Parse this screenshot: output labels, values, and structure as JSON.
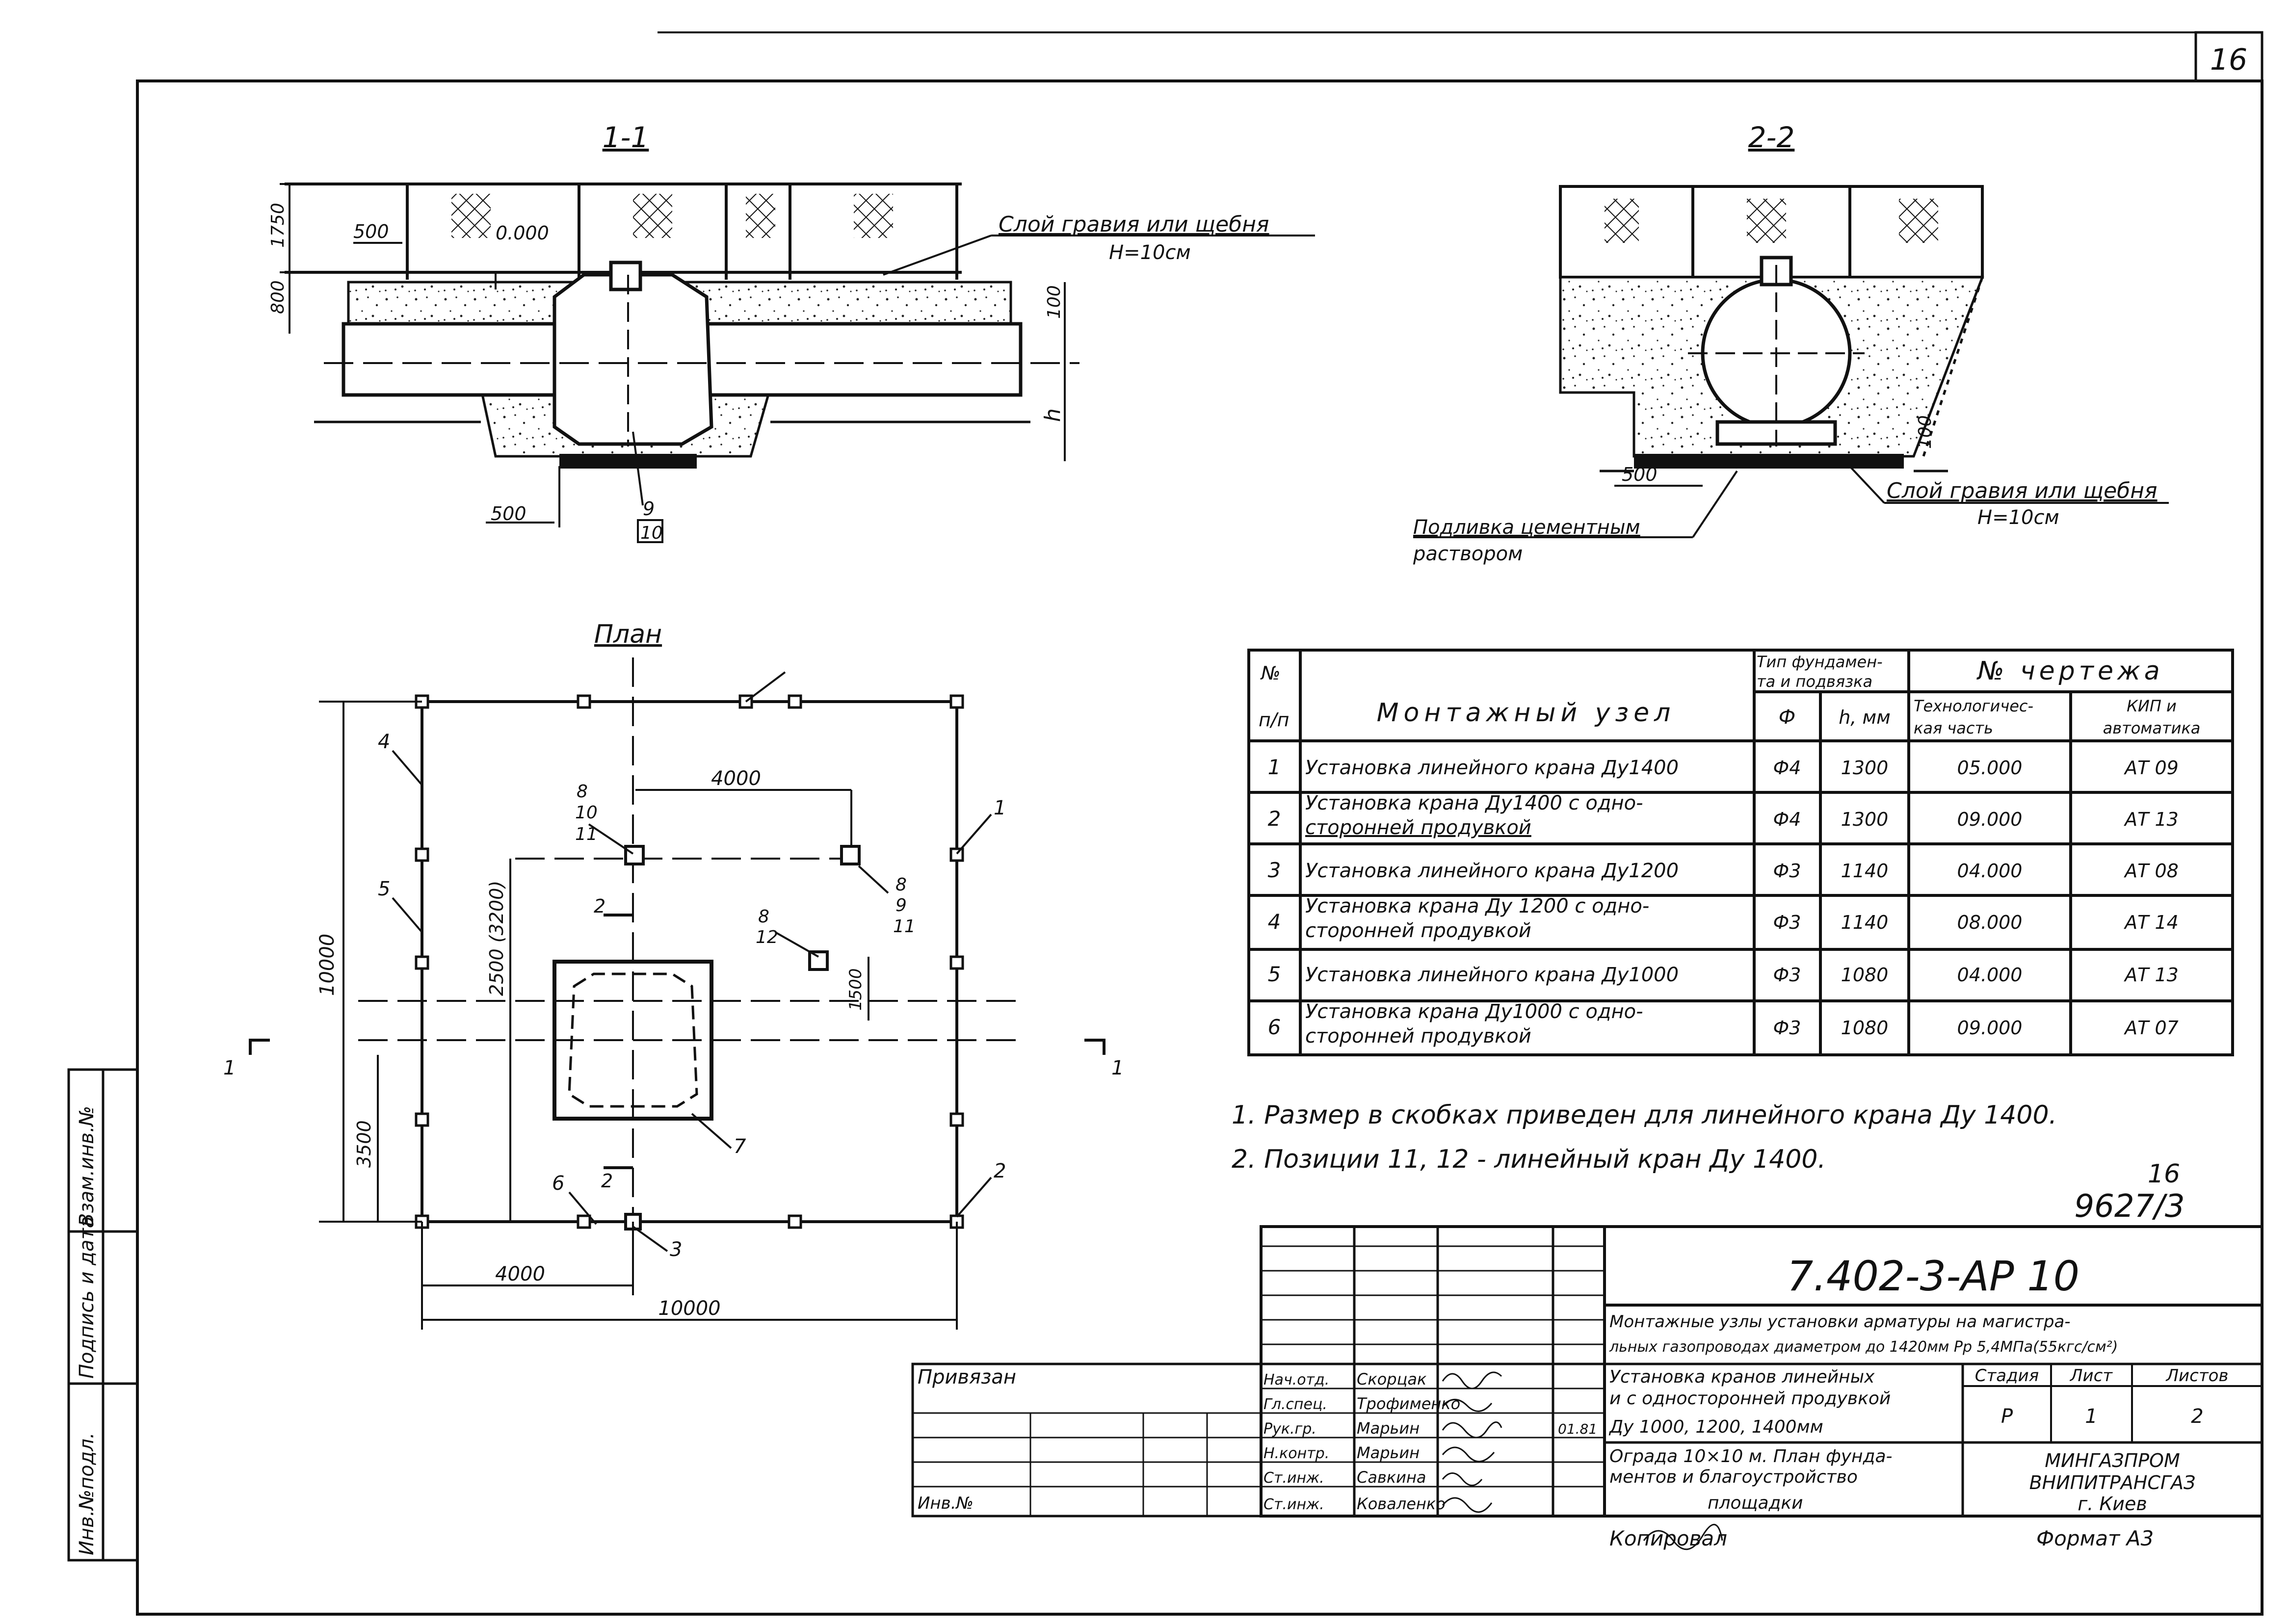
{
  "sheet_number": "16",
  "sections": {
    "section_1": {
      "title": "1-1",
      "labels": {
        "d500": "500",
        "d1750": "1750",
        "d800": "800",
        "d100": "100",
        "level": "0.000",
        "h": "h",
        "d500b": "500",
        "pos9": "9",
        "pos10": "10",
        "layer_note": "Слой гравия или щебня",
        "layer_h": "Н=10см"
      }
    },
    "section_2": {
      "title": "2-2",
      "labels": {
        "d500": "500",
        "d100": "100",
        "layer_note": "Слой гравия или щебня",
        "layer_h": "Н=10см",
        "grout_note_1": "Подливка цементным",
        "grout_note_2": "раствором"
      }
    }
  },
  "plan": {
    "title": "План",
    "dims": {
      "top4000": "4000",
      "left10000": "10000",
      "inner2500": "2500 (3200)",
      "left3500": "3500",
      "bottom4000": "4000",
      "bottom10000": "10000",
      "d1500": "1500"
    },
    "callouts": {
      "c1": "1",
      "c2": "2",
      "c3": "3",
      "c4": "4",
      "c5": "5",
      "c6": "6",
      "c7": "7",
      "c8a": "8",
      "c10a": "10",
      "c11a": "11",
      "c8b": "8",
      "c9b": "9",
      "c11b": "11",
      "c8c": "8",
      "c12c": "12",
      "cut1l": "1",
      "cut1r": "1",
      "cut2t": "2",
      "cut2b": "2"
    }
  },
  "table": {
    "headers": {
      "num_1": "№",
      "num_2": "п/п",
      "node": "Монтажный узел",
      "found_1": "Тип фундамен-",
      "found_2": "та и подвязка",
      "f": "Ф",
      "h": "h, мм",
      "drawing": "№ чертежа",
      "tech_1": "Технологичес-",
      "tech_2": "кая часть",
      "kip_1": "КИП и",
      "kip_2": "автоматика"
    },
    "rows": [
      {
        "n": "1",
        "name1": "Установка линейного крана Ду1400",
        "name2": "",
        "f": "Ф4",
        "h": "1300",
        "tech": "05.000",
        "kip": "АТ 09"
      },
      {
        "n": "2",
        "name1": "Установка крана Ду1400 с одно-",
        "name2": "сторонней продувкой",
        "f": "Ф4",
        "h": "1300",
        "tech": "09.000",
        "kip": "АТ 13"
      },
      {
        "n": "3",
        "name1": "Установка линейного крана Ду1200",
        "name2": "",
        "f": "Ф3",
        "h": "1140",
        "tech": "04.000",
        "kip": "АТ 08"
      },
      {
        "n": "4",
        "name1": "Установка крана Ду 1200 с одно-",
        "name2": "сторонней продувкой",
        "f": "Ф3",
        "h": "1140",
        "tech": "08.000",
        "kip": "АТ 14"
      },
      {
        "n": "5",
        "name1": "Установка линейного крана Ду1000",
        "name2": "",
        "f": "Ф3",
        "h": "1080",
        "tech": "04.000",
        "kip": "АТ 13"
      },
      {
        "n": "6",
        "name1": "Установка крана Ду1000 с одно-",
        "name2": "сторонней продувкой",
        "f": "Ф3",
        "h": "1080",
        "tech": "09.000",
        "kip": "АТ 07"
      }
    ]
  },
  "notes": [
    "1. Размер в скобках приведен для линейного крана Ду 1400.",
    "2. Позиции 11, 12 - линейный кран Ду 1400."
  ],
  "page_ref_1": "16",
  "page_ref_2": "9627/3",
  "title_block": {
    "code": "7.402-3-АР 10",
    "desc_1": "Монтажные узлы установки арматуры на магистра-",
    "desc_2": "льных газопроводах диаметром до 1420мм Рр 5,4МПа(55кгс/см²)",
    "sheet_1": "Установка кранов линейных",
    "sheet_2": "и с односторонней продувкой",
    "sheet_3": "Ду 1000, 1200, 1400мм",
    "sheet_4": "Ограда 10×10 м. План фунда-",
    "sheet_5": "ментов и благоустройство",
    "sheet_6": "площадки",
    "stage_label": "Стадия",
    "list_label": "Лист",
    "lists_label": "Листов",
    "stage": "Р",
    "list": "1",
    "lists": "2",
    "org_1": "МИНГАЗПРОМ",
    "org_2": "ВНИПИТРАНСГАЗ",
    "org_3": "г. Киев",
    "roles": [
      {
        "role": "Нач.отд.",
        "name": "Скорцак"
      },
      {
        "role": "Гл.спец.",
        "name": "Трофименко"
      },
      {
        "role": "Рук.гр.",
        "name": "Марьин"
      },
      {
        "role": "Н.контр.",
        "name": "Марьин"
      },
      {
        "role": "Ст.инж.",
        "name": "Савкина"
      },
      {
        "role": "Ст.инж.",
        "name": "Коваленко"
      }
    ],
    "date": "01.81",
    "privyazan": "Привязан",
    "inv_no": "Инв.№",
    "copied": "Копировал",
    "format": "Формат А3"
  },
  "side_stamp": {
    "inv_podl": "Инв.№подл.",
    "podpis": "Подпись и дата",
    "vzam": "Взам.инв.№"
  }
}
